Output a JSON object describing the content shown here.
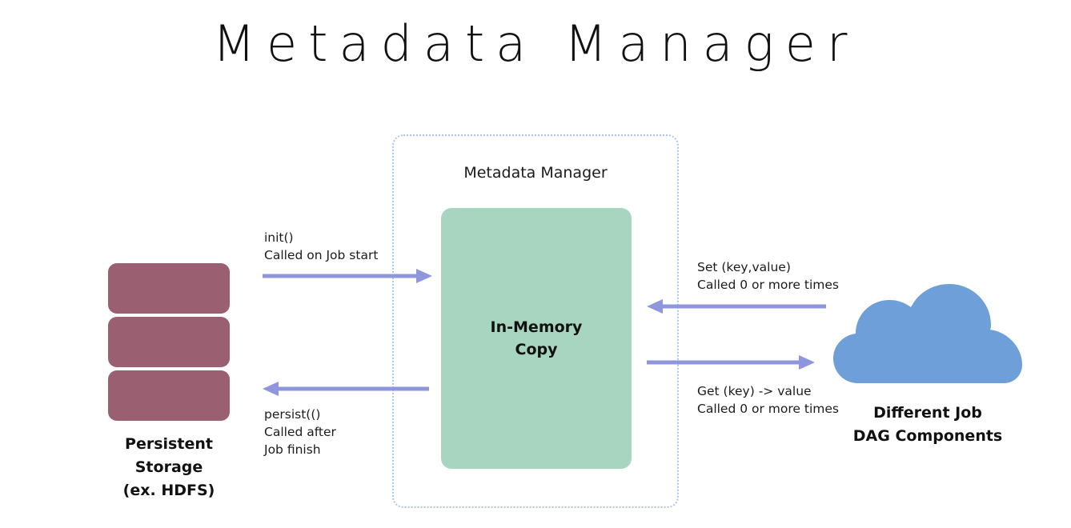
{
  "title": "Metadata Manager",
  "colors": {
    "arrow": "#8e96dd",
    "dashed_border": "#a9c6ea",
    "in_memory_box": "#a7d5bf",
    "storage": "#9a5f71",
    "cloud": "#6f9fd8",
    "text": "#111111",
    "background": "#ffffff"
  },
  "metadata_manager": {
    "container_label": "Metadata Manager",
    "in_memory_label": "In-Memory\nCopy"
  },
  "persistent_storage": {
    "label": "Persistent\nStorage\n(ex. HDFS)",
    "slab_count": 3
  },
  "job_components": {
    "label": "Different Job\nDAG Components",
    "icon": "cloud-icon"
  },
  "flows": [
    {
      "id": "init",
      "caption": "init()\nCalled on Job start",
      "direction": "right",
      "from": "Persistent Storage",
      "to": "Metadata Manager"
    },
    {
      "id": "persist",
      "caption": "persist(()\nCalled after\nJob finish",
      "direction": "left",
      "from": "Metadata Manager",
      "to": "Persistent Storage"
    },
    {
      "id": "set",
      "caption": "Set (key,value)\nCalled 0 or more times",
      "direction": "left",
      "from": "Different Job DAG Components",
      "to": "Metadata Manager"
    },
    {
      "id": "get",
      "caption": "Get (key) -> value\nCalled 0 or more times",
      "direction": "right",
      "from": "Metadata Manager",
      "to": "Different Job DAG Components"
    }
  ]
}
